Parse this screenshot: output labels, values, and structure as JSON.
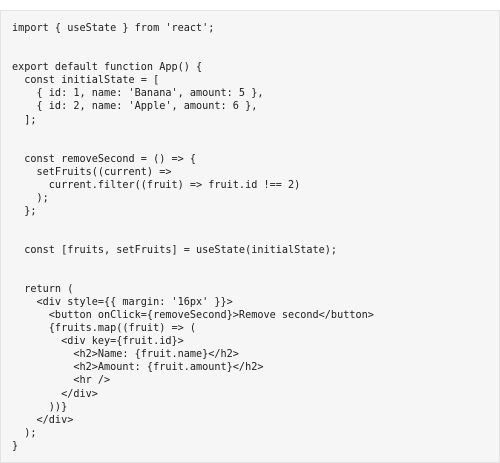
{
  "code": {
    "lines": [
      "import { useState } from 'react';",
      "",
      "",
      "export default function App() {",
      "  const initialState = [",
      "    { id: 1, name: 'Banana', amount: 5 },",
      "    { id: 2, name: 'Apple', amount: 6 },",
      "  ];",
      "",
      "",
      "  const removeSecond = () => {",
      "    setFruits((current) =>",
      "      current.filter((fruit) => fruit.id !== 2)",
      "    );",
      "  };",
      "",
      "",
      "  const [fruits, setFruits] = useState(initialState);",
      "",
      "",
      "  return (",
      "    <div style={{ margin: '16px' }}>",
      "      <button onClick={removeSecond}>Remove second</button>",
      "      {fruits.map((fruit) => (",
      "        <div key={fruit.id}>",
      "          <h2>Name: {fruit.name}</h2>",
      "          <h2>Amount: {fruit.amount}</h2>",
      "          <hr />",
      "        </div>",
      "      ))}",
      "    </div>",
      "  );",
      "}"
    ]
  }
}
